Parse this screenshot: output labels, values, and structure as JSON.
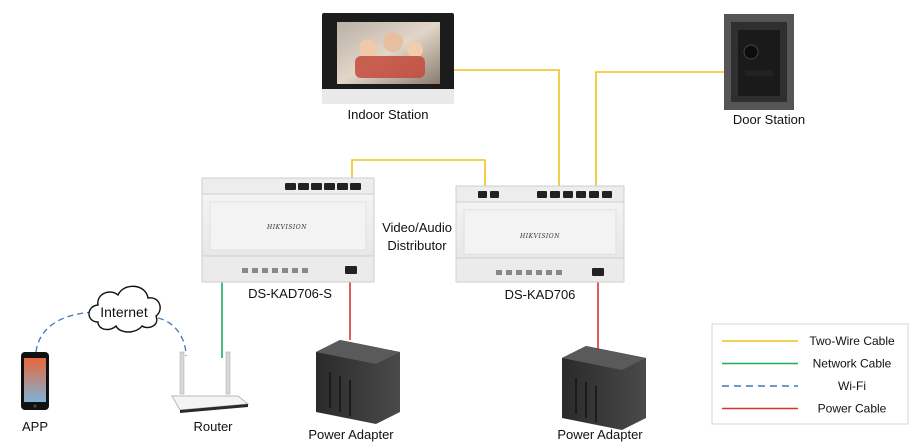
{
  "devices": {
    "indoor_station": "Indoor Station",
    "door_station": "Door Station",
    "distributor_label": [
      "Video/Audio",
      "Distributor"
    ],
    "left_distributor_model": "DS-KAD706-S",
    "right_distributor_model": "DS-KAD706",
    "router": "Router",
    "app": "APP",
    "internet": "Internet",
    "power_adapter_left": "Power Adapter",
    "power_adapter_right": "Power Adapter",
    "brand": "HIKVISION"
  },
  "legend": {
    "items": [
      {
        "label": "Two-Wire Cable",
        "color": "#f2c21b",
        "style": "solid"
      },
      {
        "label": "Network Cable",
        "color": "#1fae5a",
        "style": "solid"
      },
      {
        "label": "Wi-Fi",
        "color": "#3b78b9",
        "style": "dashed"
      },
      {
        "label": "Power Cable",
        "color": "#d8372f",
        "style": "solid"
      }
    ]
  },
  "colors": {
    "two_wire": "#f2c21b",
    "network": "#1fae5a",
    "wifi": "#3b78b9",
    "power": "#d8372f"
  }
}
